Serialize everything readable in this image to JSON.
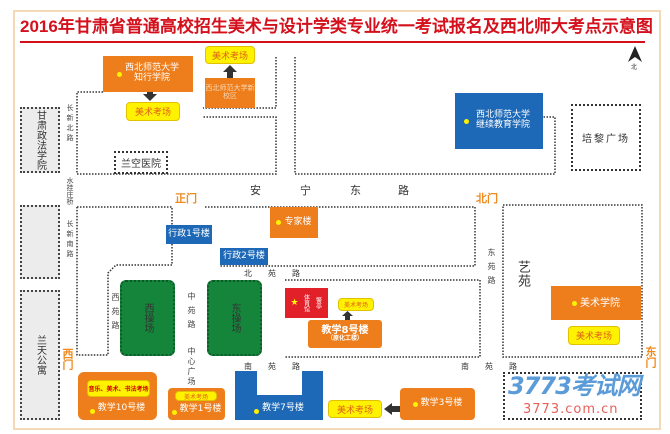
{
  "title": "2016年甘肃省普通高校招生美术与设计学类专业统一考试报名及西北师大考点示意图",
  "compass": {
    "label": "北",
    "icon": "north-arrow-icon"
  },
  "buildings": {
    "zhixing": "西北师范大学知行学院",
    "xinxiaoqu": "西北师范大学新校区",
    "jixu": "西北师范大学继续教育学院",
    "zhuanjia": "专家楼",
    "xingzheng1": "行政1号楼",
    "xingzheng2": "行政2号楼",
    "tiyuguan": "体育馆",
    "jingjie": "警亭",
    "jiaoxue8": "教学8号楼",
    "jiaoxue8_sub": "（原化工楼）",
    "meishu": "美术学院",
    "jiaoxue10": "教学10号楼",
    "jiaoxue1": "教学1号楼",
    "jiaoxue7": "教学7号楼",
    "jiaoxue3": "教学3号楼",
    "xicaochang": "西操场",
    "dongcaochang": "东操场"
  },
  "exam_labels": {
    "art": "美术考场",
    "multi": "音乐、美术、书法考场"
  },
  "places": {
    "gansu_law": "甘肃政法学院",
    "lankong": "兰空医院",
    "peili": "培黎广场",
    "lantian": "兰天公寓",
    "yiyuan": "艺苑",
    "center_square": "中心广场"
  },
  "roads": {
    "anning": [
      "安",
      "宁",
      "东",
      "路"
    ],
    "beiyuan": [
      "北",
      "苑",
      "路"
    ],
    "nanyuan": [
      "南",
      "苑",
      "路"
    ],
    "xiyuan": "西苑路",
    "zhongyuan": "中苑路",
    "dongyuan": "东苑路",
    "changxin_n": "长新北路",
    "changxin_s": "长新南路",
    "shuiguazhuang": "水挂庄桥"
  },
  "gates": {
    "main": "正门",
    "north": "北门",
    "west": "西门",
    "east": "东门"
  },
  "watermark": {
    "brand": "3773考试网",
    "url": "3773.com.cn"
  }
}
